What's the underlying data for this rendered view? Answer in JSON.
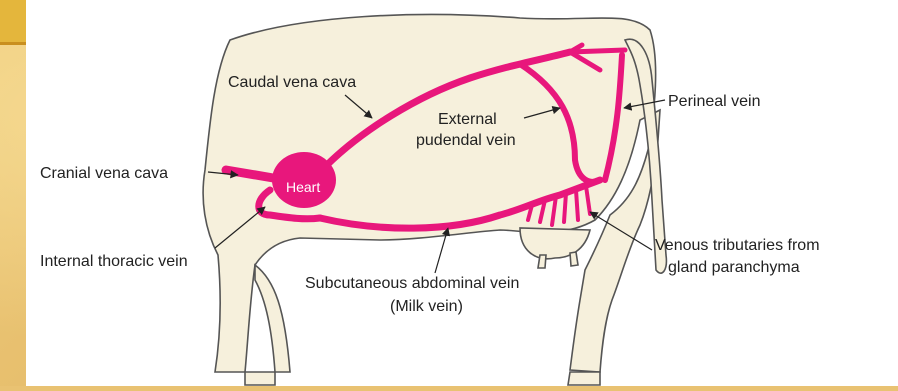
{
  "diagram": {
    "labels": {
      "heart": "Heart",
      "caudal_vena_cava": "Caudal vena cava",
      "external_pudendal_1": "External",
      "external_pudendal_2": "pudendal vein",
      "perineal_vein": "Perineal vein",
      "cranial_vena_cava": "Cranial vena cava",
      "internal_thoracic": "Internal thoracic vein",
      "subcutaneous_1": "Subcutaneous abdominal vein",
      "subcutaneous_2": "(Milk vein)",
      "venous_trib_1": "Venous tributaries from",
      "venous_trib_2": "gland paranchyma"
    },
    "colors": {
      "vein": "#e8177c",
      "outline": "#555555",
      "body_fill": "#f6f0dc",
      "background": "#e9c272"
    }
  }
}
